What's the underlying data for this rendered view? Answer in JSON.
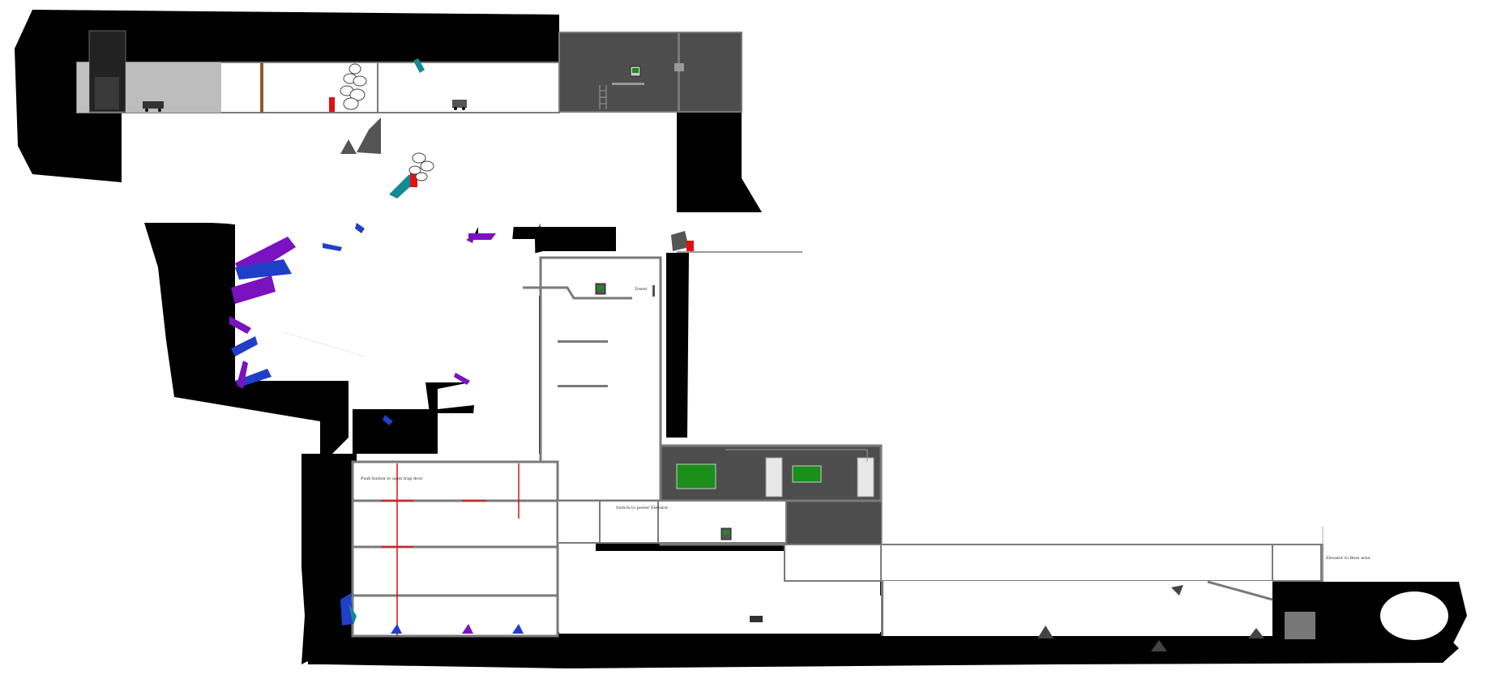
{
  "map": {
    "colors": {
      "rock": "#000000",
      "void": "#ffffff",
      "room_dark": "#4d4d4d",
      "room_light": "#bdbdbd",
      "wall": "#7a7a7a",
      "crystal_blue": "#1f3fc9",
      "crystal_purple": "#7a12c0",
      "crystal_teal": "#138a95",
      "laser": "#e01010",
      "switch_red": "#e01010",
      "screen_green": "#1a8f1a",
      "pillar": "#8b5a2b"
    },
    "annotations": {
      "push_button": "Push button to open trap door",
      "switch": "Switch to power Elevator",
      "elevator": "Elevator to Boss area",
      "tower": "Tower"
    },
    "icons": [
      "mine-cart-icon",
      "computer-terminal-icon",
      "red-switch-icon",
      "crystal-cluster-icon",
      "boulder-pile-icon",
      "elevator-icon",
      "ladder-icon",
      "save-pod-icon",
      "laser-beam-icon"
    ]
  }
}
